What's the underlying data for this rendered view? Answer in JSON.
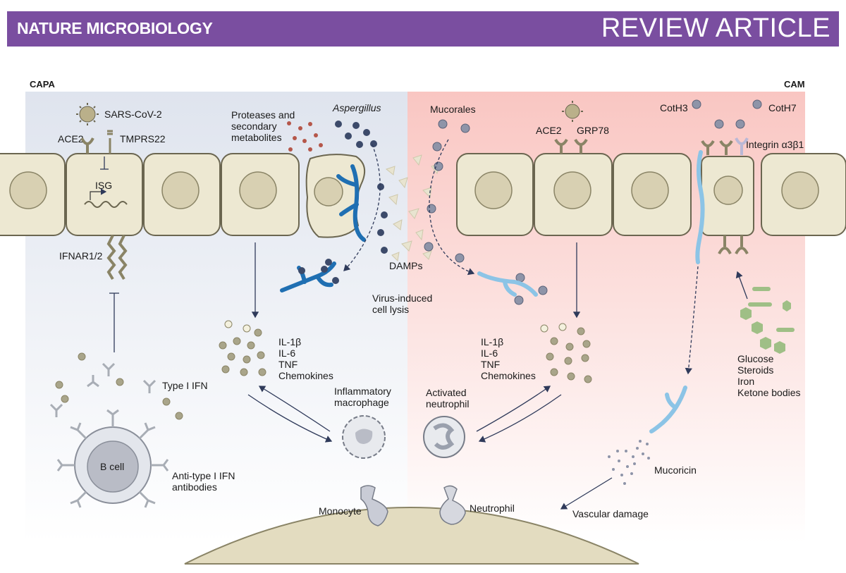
{
  "header": {
    "journal": "NATURE MICROBIOLOGY",
    "article_type": "REVIEW ARTICLE"
  },
  "colors": {
    "banner": "#7a4ea0",
    "capa_bg": "#dde3ec",
    "cam_bg": "#f8c9c6",
    "cell_fill": "#ede8d2",
    "cell_stroke": "#6b6650",
    "aspergillus_hypha": "#1f6fb2",
    "mucorales_hypha": "#8cc4e6",
    "cytokine": "#a9a58a",
    "antibody": "#a8adb5"
  },
  "panels": {
    "left": "CAPA",
    "right": "CAM"
  },
  "labels": {
    "sars_cov_2": "SARS-CoV-2",
    "ace2_left": "ACE2",
    "tmprss2": "TMPRS22",
    "isg": "ISG",
    "ifnar": "IFNAR1/2",
    "proteases_1": "Proteases and",
    "proteases_2": "secondary",
    "proteases_3": "metabolites",
    "aspergillus": "Aspergillus",
    "mucorales": "Mucorales",
    "ace2_right": "ACE2",
    "grp78": "GRP78",
    "coth3": "CotH3",
    "coth7": "CotH7",
    "integrin": "Integrin α3β1",
    "damps": "DAMPs",
    "virus_lysis_1": "Virus-induced",
    "virus_lysis_2": "cell lysis",
    "cyto_left": [
      "IL-1β",
      "IL-6",
      "TNF",
      "Chemokines"
    ],
    "cyto_right": [
      "IL-1β",
      "IL-6",
      "TNF",
      "Chemokines"
    ],
    "type1_ifn": "Type I IFN",
    "b_cell": "B cell",
    "anti_ifn_1": "Anti-type I IFN",
    "anti_ifn_2": "antibodies",
    "macrophage_1": "Inflammatory",
    "macrophage_2": "macrophage",
    "neutrophil_act_1": "Activated",
    "neutrophil_act_2": "neutrophil",
    "risk": [
      "Glucose",
      "Steroids",
      "Iron",
      "Ketone bodies"
    ],
    "mucoricin": "Mucoricin",
    "vascular_damage": "Vascular damage",
    "monocyte": "Monocyte",
    "neutrophil": "Neutrophil"
  }
}
